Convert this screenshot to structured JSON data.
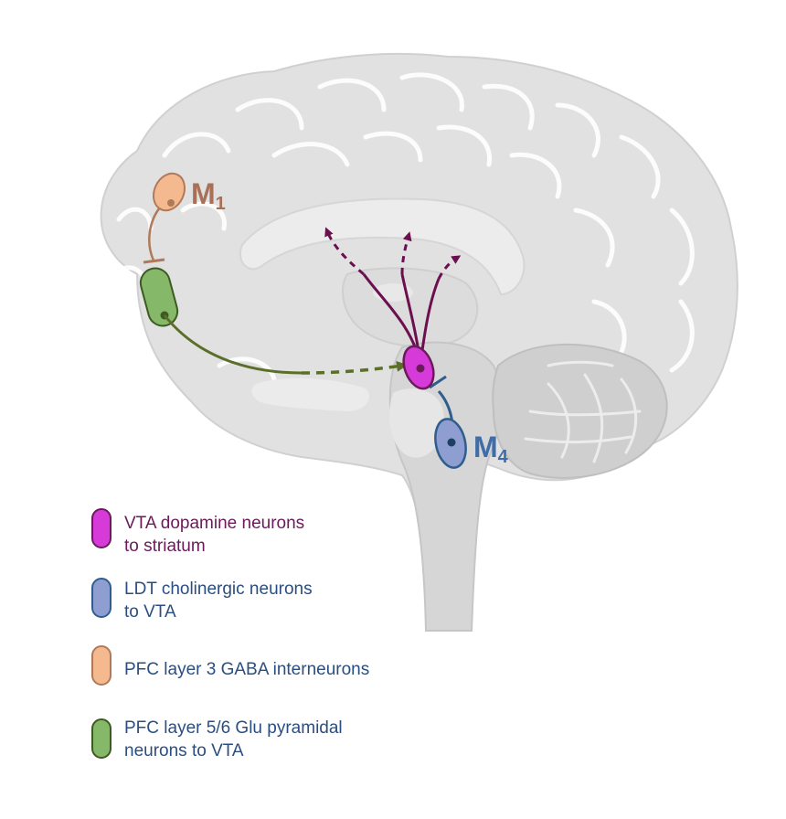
{
  "receptors": {
    "m1": {
      "letter": "M",
      "sub": "1",
      "color": "#a87157"
    },
    "m4": {
      "letter": "M",
      "sub": "4",
      "color": "#3f6da8"
    }
  },
  "colors": {
    "vta": "#d63ad8",
    "vta_stroke": "#6b1a5a",
    "vta_path": "#6b0f4f",
    "ldt": "#8f9ed0",
    "ldt_stroke": "#2f5e8e",
    "gaba": "#f4b98e",
    "gaba_stroke": "#b07a5a",
    "glu": "#86b86a",
    "glu_stroke": "#3d5a22",
    "glu_path": "#5b6f2a",
    "brain": "#e0e0e0",
    "brain_dark": "#c8c8c8"
  },
  "legend": [
    {
      "id": "vta",
      "line1": "VTA dopamine neurons",
      "line2": "to striatum",
      "text_color": "#6b1a5a"
    },
    {
      "id": "ldt",
      "line1": "LDT cholinergic neurons",
      "line2": "to VTA",
      "text_color": "#2a4e80"
    },
    {
      "id": "gaba",
      "line1": "PFC layer 3 GABA interneurons",
      "line2": "",
      "text_color": "#2a4e80"
    },
    {
      "id": "glu",
      "line1": "PFC layer 5/6 Glu pyramidal",
      "line2": "neurons to VTA",
      "text_color": "#2a4e80"
    }
  ]
}
